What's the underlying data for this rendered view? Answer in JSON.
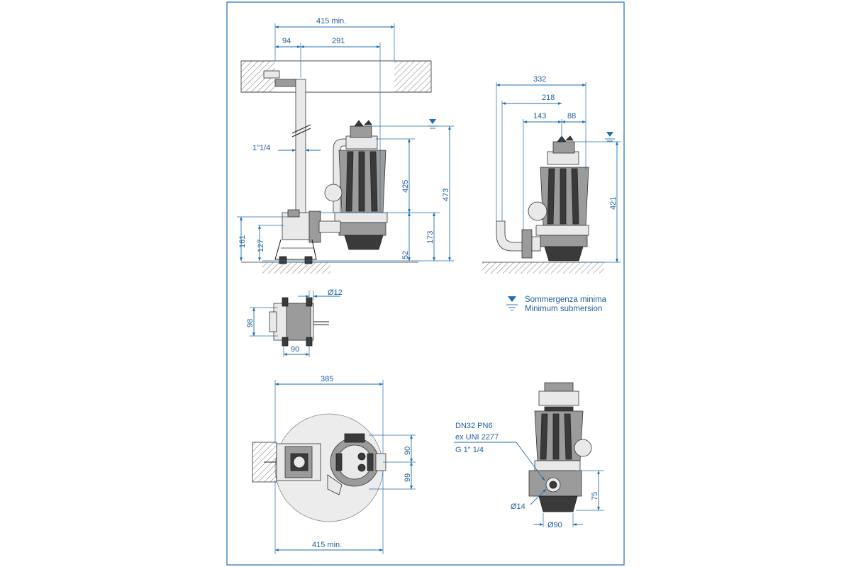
{
  "dimensions": {
    "top_415min": "415 min.",
    "d94": "94",
    "d291": "291",
    "d1_1_4": "1\"1/4",
    "d425": "425",
    "d473": "473",
    "d161": "161",
    "d127": "127",
    "d52": "52",
    "d173": "173",
    "d332": "332",
    "d218": "218",
    "d143": "143",
    "d88": "88",
    "d421": "421",
    "d12": "Ø12",
    "d98": "98",
    "d90_base": "90",
    "d385": "385",
    "d90_top": "90",
    "d99": "99",
    "bottom_415min": "415 min.",
    "d14": "Ø14",
    "d90_outlet": "Ø90",
    "d75": "75"
  },
  "outlet_spec": {
    "line1": "DN32 PN6",
    "line2": "ex UNI 2277",
    "line3": "G 1\" 1/4"
  },
  "legend": {
    "symbol": "water-level-symbol",
    "line_it": "Sommergenza minima",
    "line_en": "Minimum submersion"
  },
  "colors": {
    "dimension": "#1f6fb4",
    "ink": "#222222"
  }
}
